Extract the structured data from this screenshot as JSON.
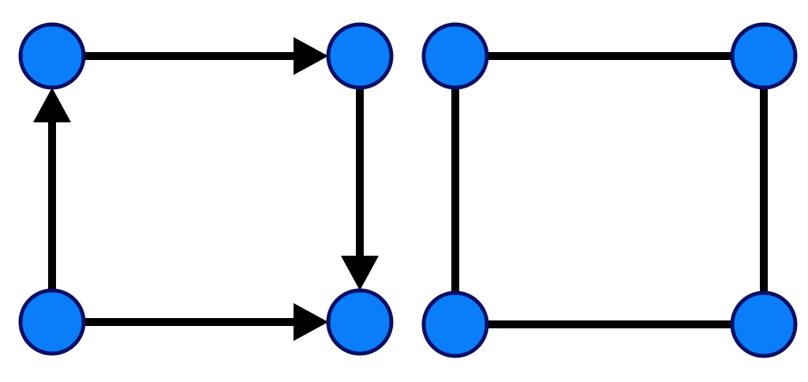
{
  "colors": {
    "node_fill": "#0a7df8",
    "node_stroke": "#0b0f66",
    "edge": "#000000",
    "background": "#ffffff"
  },
  "graphs": [
    {
      "name": "directed-graph",
      "directed": true,
      "nodes": [
        "top-left",
        "top-right",
        "bottom-left",
        "bottom-right"
      ],
      "edges": [
        {
          "from": "top-left",
          "to": "top-right"
        },
        {
          "from": "top-right",
          "to": "bottom-right"
        },
        {
          "from": "bottom-left",
          "to": "bottom-right"
        },
        {
          "from": "bottom-left",
          "to": "top-left"
        }
      ]
    },
    {
      "name": "undirected-graph",
      "directed": false,
      "nodes": [
        "top-left",
        "top-right",
        "bottom-left",
        "bottom-right"
      ],
      "edges": [
        {
          "from": "top-left",
          "to": "top-right"
        },
        {
          "from": "top-right",
          "to": "bottom-right"
        },
        {
          "from": "bottom-left",
          "to": "bottom-right"
        },
        {
          "from": "top-left",
          "to": "bottom-left"
        }
      ]
    }
  ]
}
